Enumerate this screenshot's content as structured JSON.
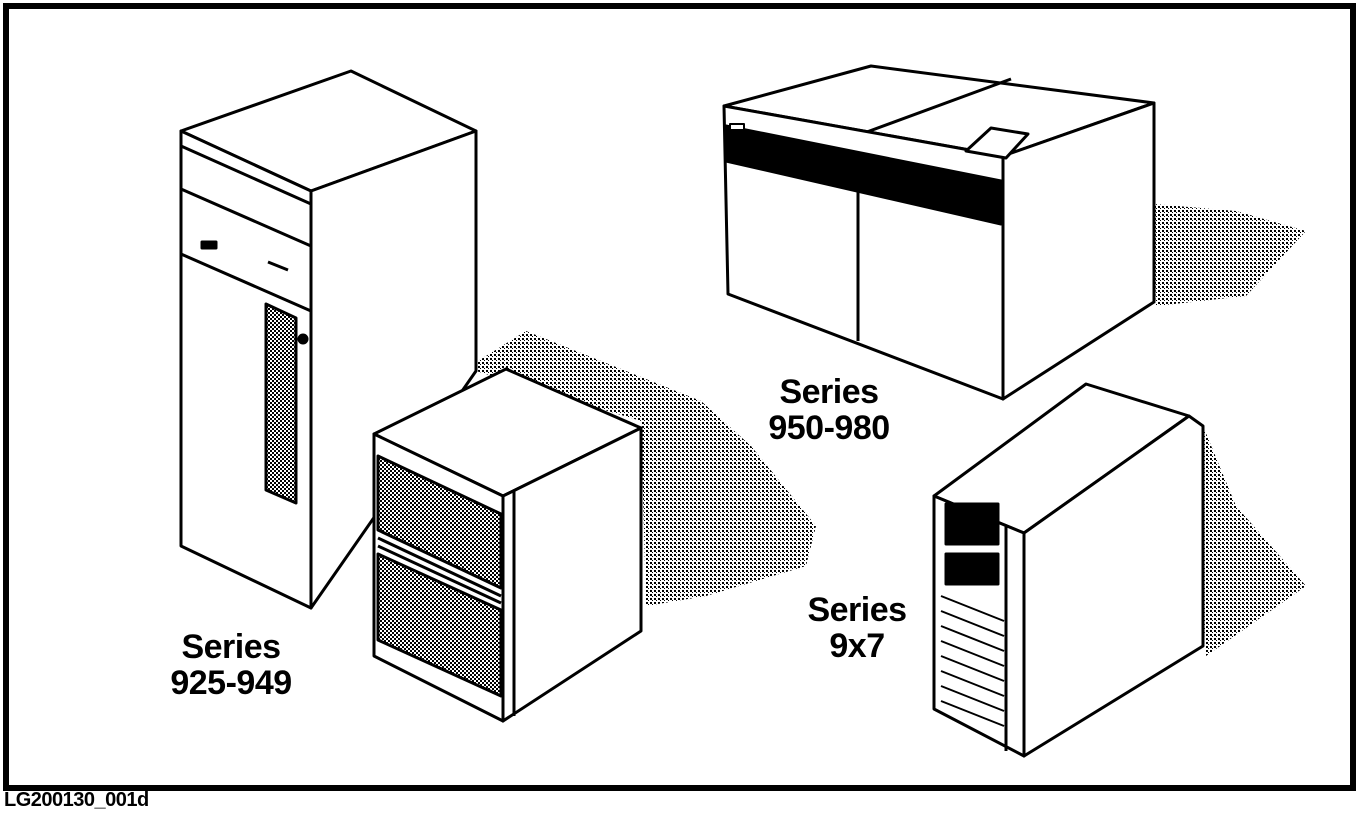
{
  "figure": {
    "labels": {
      "series_925_949": {
        "line1": "Series",
        "line2": "925-949"
      },
      "series_950_980": {
        "line1": "Series",
        "line2": "950-980"
      },
      "series_9x7": {
        "line1": "Series",
        "line2": "9x7"
      }
    },
    "caption": "LG200130_001d"
  }
}
